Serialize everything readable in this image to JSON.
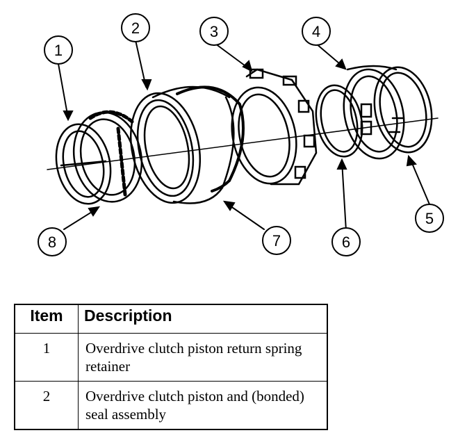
{
  "callouts": [
    "1",
    "2",
    "3",
    "4",
    "5",
    "6",
    "7",
    "8"
  ],
  "legend": {
    "header_item": "Item",
    "header_description": "Description",
    "rows": [
      {
        "item": "1",
        "description": "Overdrive clutch piston return spring retainer"
      },
      {
        "item": "2",
        "description": "Overdrive clutch piston and (bonded) seal assembly"
      }
    ]
  }
}
